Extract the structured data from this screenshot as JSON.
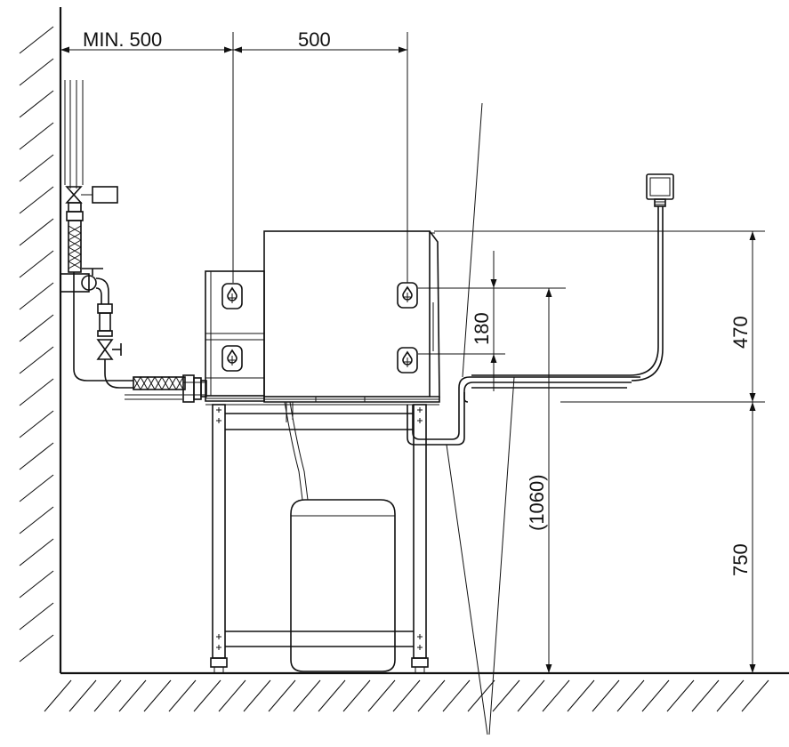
{
  "dimensions": {
    "wall_clearance": "MIN. 500",
    "center_spacing": "500",
    "vertical_spacing": "180",
    "total_height": "(1060)",
    "machine_height": "470",
    "stand_height": "750"
  },
  "colors": {
    "line": "#111111",
    "background": "#ffffff"
  }
}
